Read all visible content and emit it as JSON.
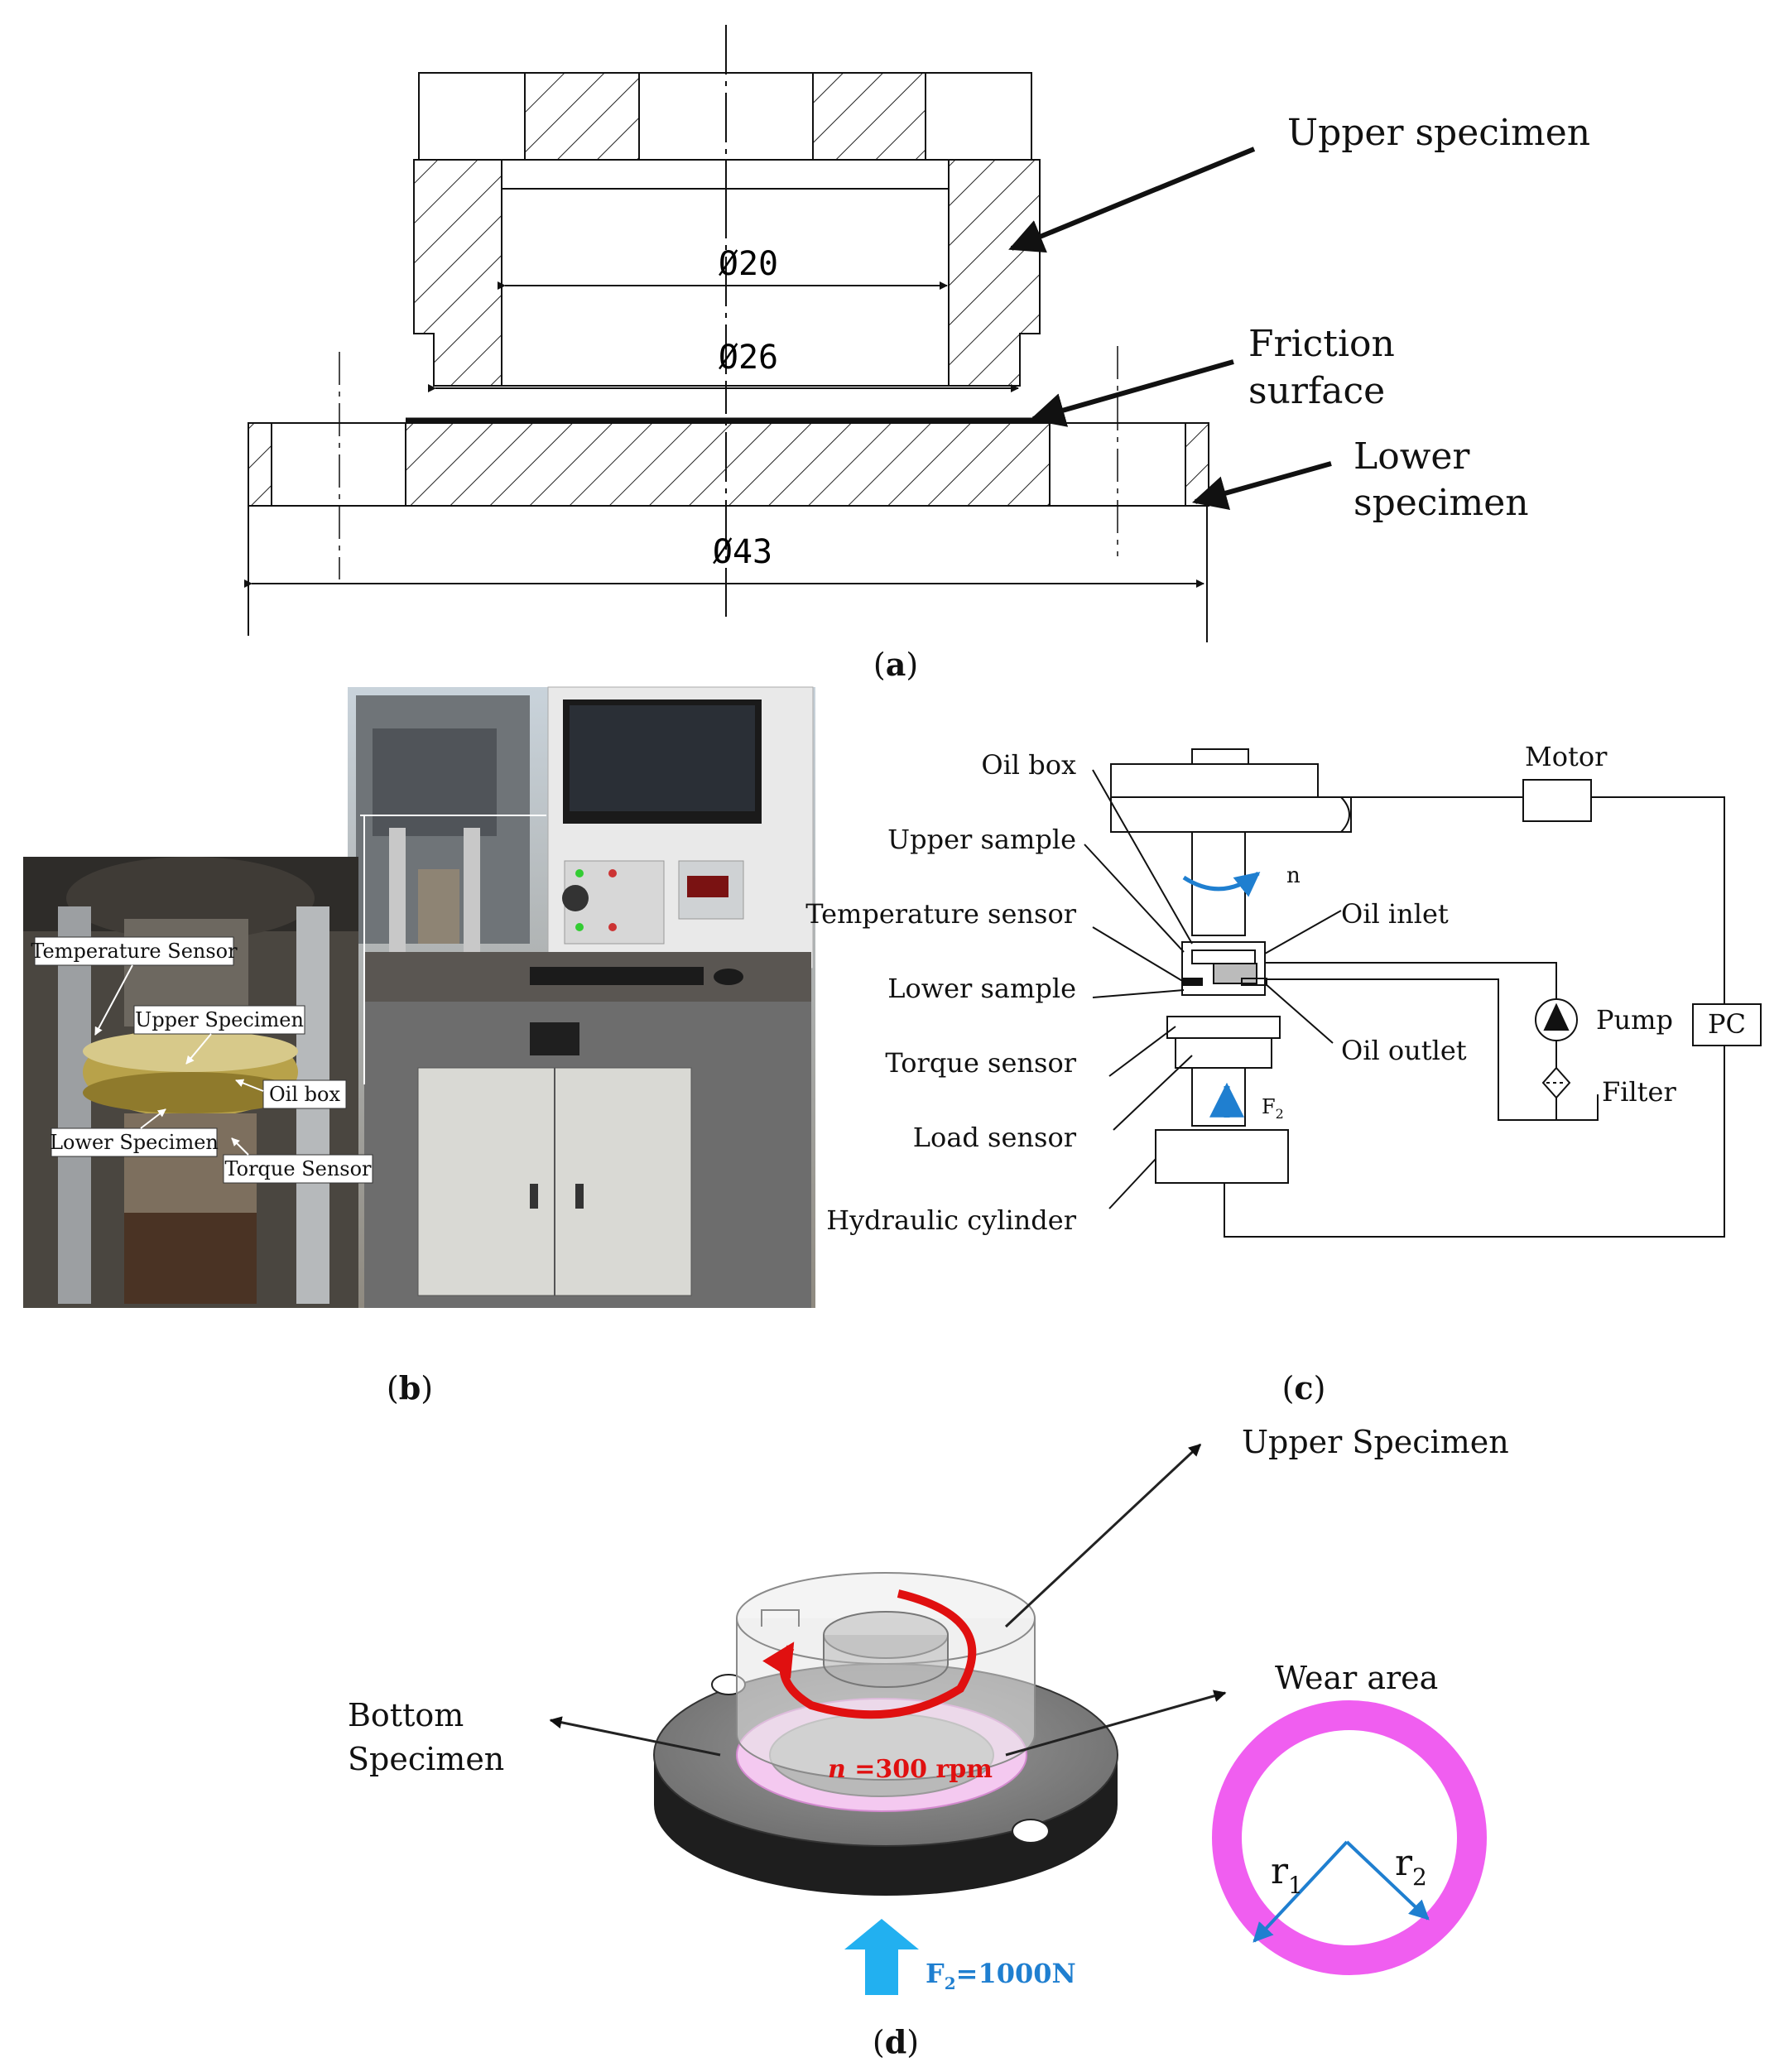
{
  "panel_a": {
    "caption_open": "(",
    "caption_letter": "a",
    "caption_close": ")",
    "dims": [
      "Ø20",
      "Ø26",
      "Ø43"
    ],
    "labels": {
      "upper_specimen": "Upper specimen",
      "friction_line1": "Friction",
      "friction_line2": "surface",
      "lower_line1": "Lower",
      "lower_line2": "specimen"
    }
  },
  "panel_b": {
    "caption_letter": "b",
    "callouts": [
      "Temperature Sensor",
      "Upper Specimen",
      "Oil box",
      "Lower Specimen",
      "Torque Sensor"
    ]
  },
  "panel_c": {
    "caption_letter": "c",
    "left_labels": [
      "Oil box",
      "Upper sample",
      "Temperature sensor",
      "Lower sample",
      "Torque sensor",
      "Load sensor",
      "Hydraulic cylinder"
    ],
    "right_labels": {
      "motor": "Motor",
      "oil_inlet": "Oil inlet",
      "oil_outlet": "Oil outlet",
      "pump": "Pump",
      "filter": "Filter",
      "pc": "PC",
      "rotation": "n",
      "force": "F",
      "force_sub": "2"
    }
  },
  "panel_d": {
    "caption_letter": "d",
    "upper_specimen": "Upper Specimen",
    "wear_area": "Wear area",
    "bottom_line1": "Bottom",
    "bottom_line2": "Specimen",
    "speed_prefix": "n",
    "speed_value": " =300 rpm",
    "force_prefix": "F",
    "force_sub": "2",
    "force_value": "=1000N",
    "r1": "r",
    "r1_sub": "1",
    "r2": "r",
    "r2_sub": "2"
  },
  "colors": {
    "accent_blue": "#1f7fd0",
    "rotation_red": "#e01010",
    "wear_magenta": "#f05ef0",
    "hatch": "#222222"
  }
}
